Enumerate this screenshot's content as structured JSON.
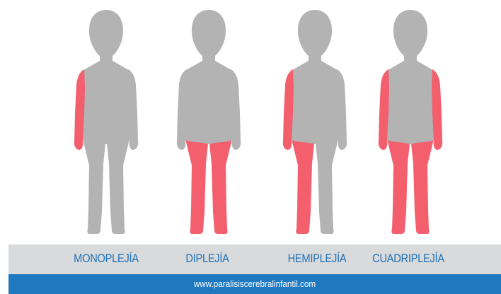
{
  "colors": {
    "body": "#b3b3b3",
    "affected": "#f45f6e",
    "label_band": "#d8dadb",
    "label_text": "#1f72b8",
    "url_bar": "#1f79c1",
    "url_text": "#ffffff"
  },
  "figures": [
    {
      "label": "MONOPLEJÍA",
      "affected": [
        "right-arm"
      ]
    },
    {
      "label": "DIPLEJÍA",
      "affected": [
        "left-leg",
        "right-leg"
      ]
    },
    {
      "label": "HEMIPLEJÍA",
      "affected": [
        "right-arm",
        "right-leg"
      ]
    },
    {
      "label": "CUADRIPLEJÍA",
      "affected": [
        "right-arm",
        "left-arm",
        "right-leg",
        "left-leg"
      ]
    }
  ],
  "footer": {
    "url": "www.paralisiscerebralinfantil.com"
  }
}
